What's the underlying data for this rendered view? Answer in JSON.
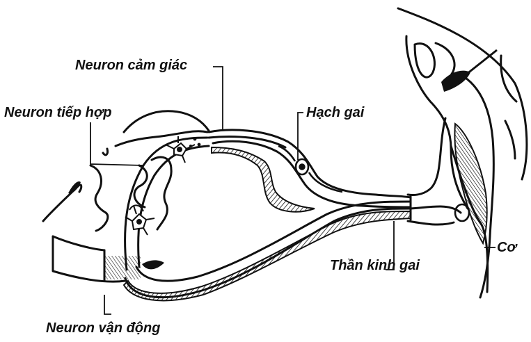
{
  "labels": {
    "sensory_neuron": "Neuron cảm giác",
    "interneuron": "Neuron tiếp hợp",
    "spinal_ganglion": "Hạch gai",
    "spinal_nerve": "Thần kinh gai",
    "muscle": "Cơ",
    "motor_neuron": "Neuron vận động"
  },
  "colors": {
    "ink": "#111111",
    "background": "#ffffff"
  },
  "icons": [
    "neuron-cell-icon",
    "ganglion-cell-icon"
  ]
}
